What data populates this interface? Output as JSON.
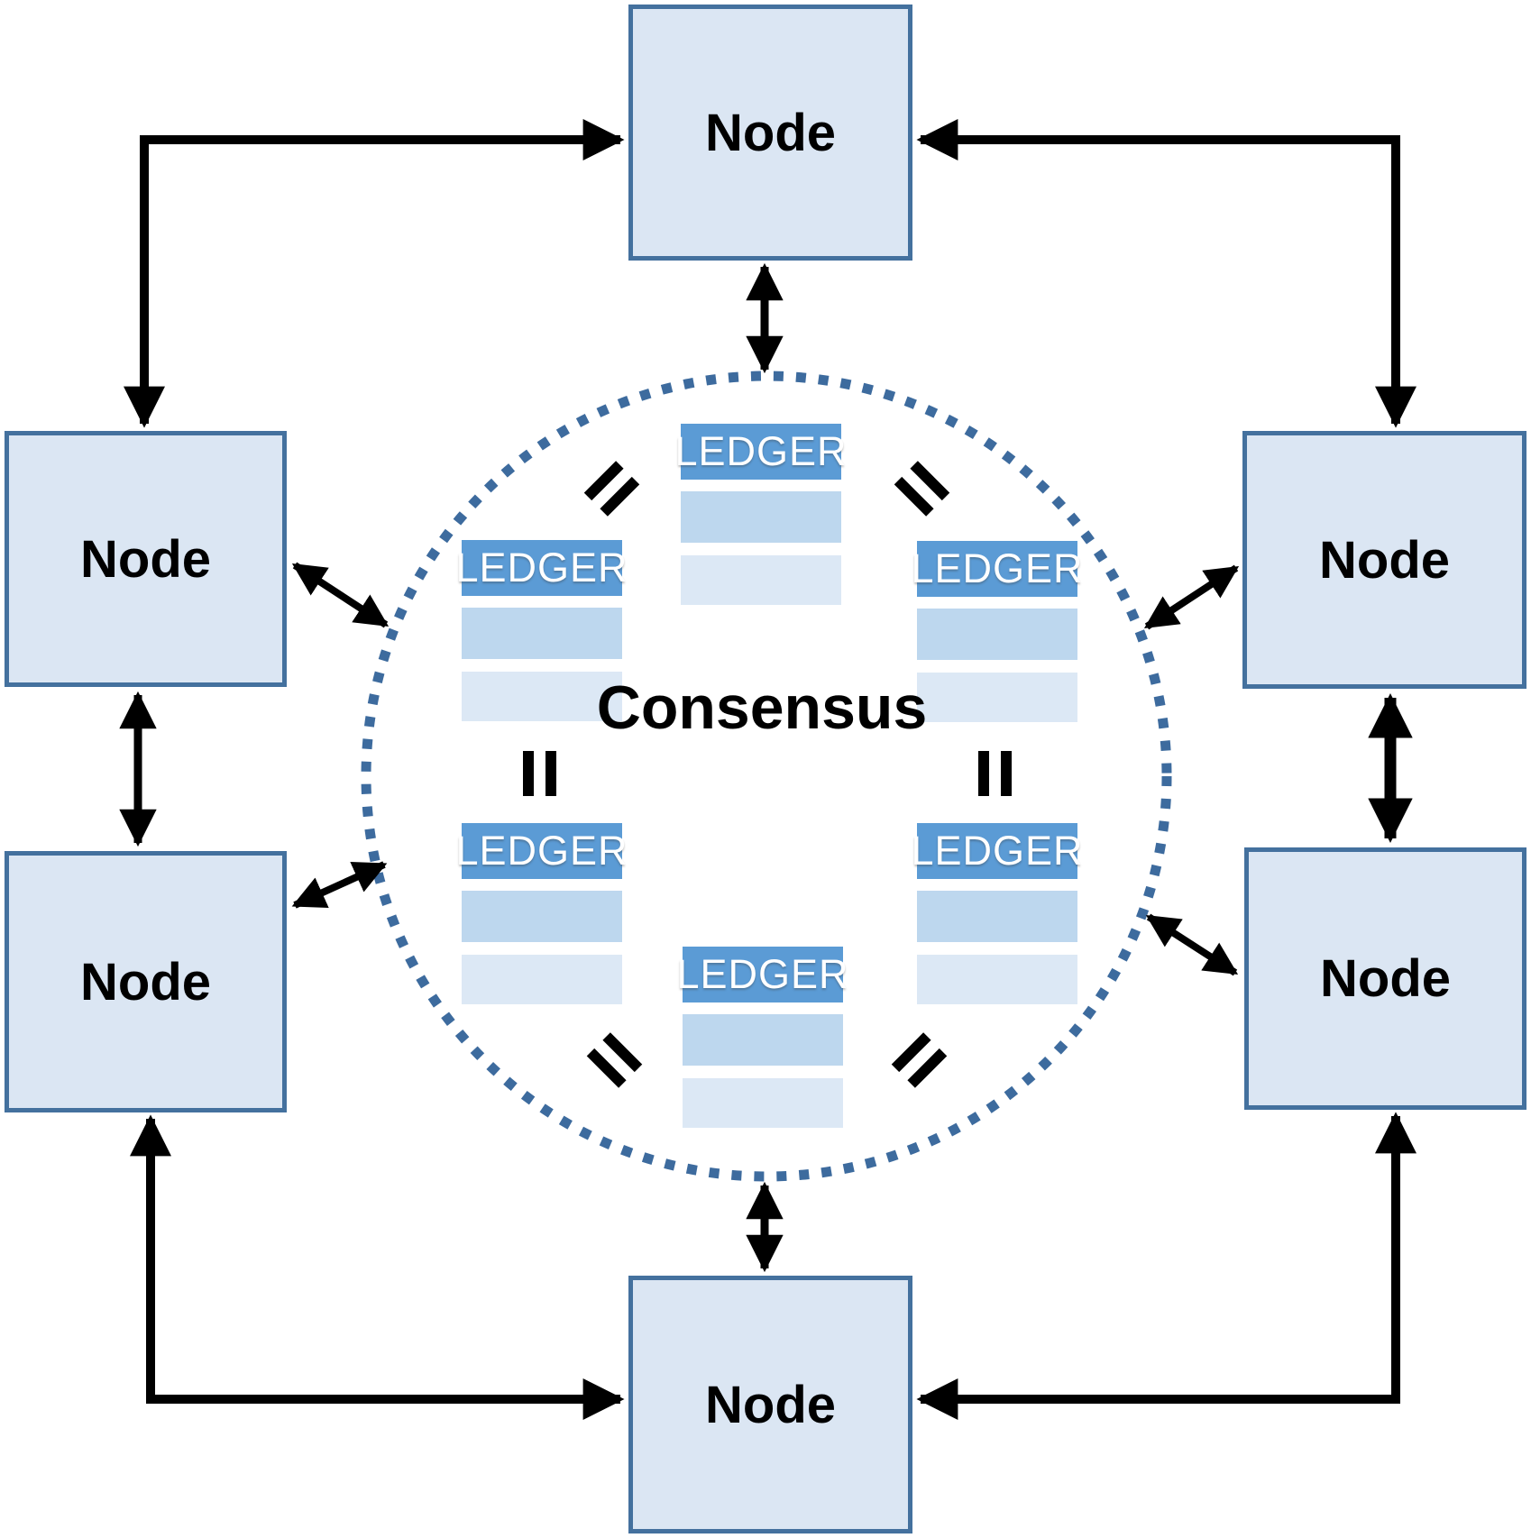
{
  "colors": {
    "background": "#ffffff",
    "node-fill": "#dbe6f3",
    "node-border": "#44719e",
    "ledger-header": "#5b9bd5",
    "ledger-row-1": "#bdd7ee",
    "ledger-row-2": "#dce8f5",
    "circle-dot": "#3d6b9e",
    "ledger-text": "#ffffff",
    "arrow": "#000000",
    "text": "#000000"
  },
  "consensus": {
    "label": "Consensus"
  },
  "nodes": [
    {
      "position": "top",
      "label": "Node"
    },
    {
      "position": "upper-left",
      "label": "Node"
    },
    {
      "position": "upper-right",
      "label": "Node"
    },
    {
      "position": "lower-left",
      "label": "Node"
    },
    {
      "position": "lower-right",
      "label": "Node"
    },
    {
      "position": "bottom",
      "label": "Node"
    }
  ],
  "ledgers": [
    {
      "position": "top-center",
      "label": "LEDGER",
      "rows": 2
    },
    {
      "position": "upper-left",
      "label": "LEDGER",
      "rows": 2
    },
    {
      "position": "upper-right",
      "label": "LEDGER",
      "rows": 2
    },
    {
      "position": "lower-left",
      "label": "LEDGER",
      "rows": 2
    },
    {
      "position": "lower-right",
      "label": "LEDGER",
      "rows": 2
    },
    {
      "position": "bottom-center",
      "label": "LEDGER",
      "rows": 2
    }
  ],
  "equals_signs": [
    {
      "position": "upper-left"
    },
    {
      "position": "upper-right"
    },
    {
      "position": "middle-left"
    },
    {
      "position": "middle-right"
    },
    {
      "position": "lower-left"
    },
    {
      "position": "lower-right"
    }
  ]
}
